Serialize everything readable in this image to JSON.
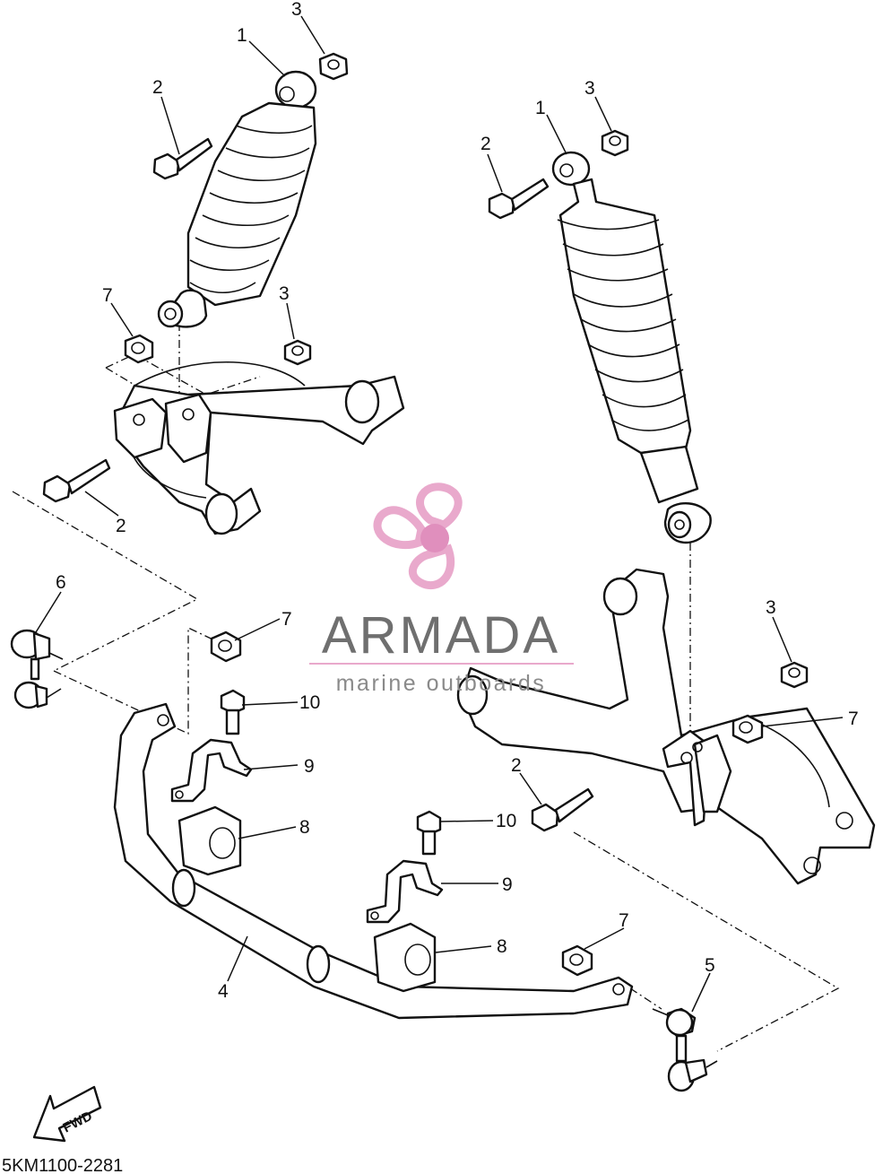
{
  "diagram": {
    "callouts": {
      "left_shock_1": "1",
      "left_bolt_2_top": "2",
      "left_nut_3_top": "3",
      "left_collar_7": "7",
      "left_nut_3_arm": "3",
      "left_bolt_2_arm": "2",
      "link_6": "6",
      "collar_7_mid": "7",
      "bolt_10_left": "10",
      "bracket_9_left": "9",
      "bushing_8_left": "8",
      "stabilizer_4": "4",
      "right_shock_1": "1",
      "right_bolt_2_top": "2",
      "right_nut_3_top": "3",
      "right_nut_3_arm": "3",
      "right_collar_7_arm": "7",
      "right_bolt_2_arm": "2",
      "bolt_10_right": "10",
      "bracket_9_right": "9",
      "bushing_8_right": "8",
      "collar_7_bottom": "7",
      "link_5": "5"
    },
    "fwd_label": "FWD",
    "drawing_code": "5KM1100-2281"
  },
  "watermark": {
    "brand": "ARMADA",
    "tagline": "marine outboards",
    "logo_icon": "propeller-icon",
    "colors": {
      "logo": "#e9a9cc",
      "logo_center": "#e08fbd",
      "text": "#6f6f6f"
    }
  }
}
